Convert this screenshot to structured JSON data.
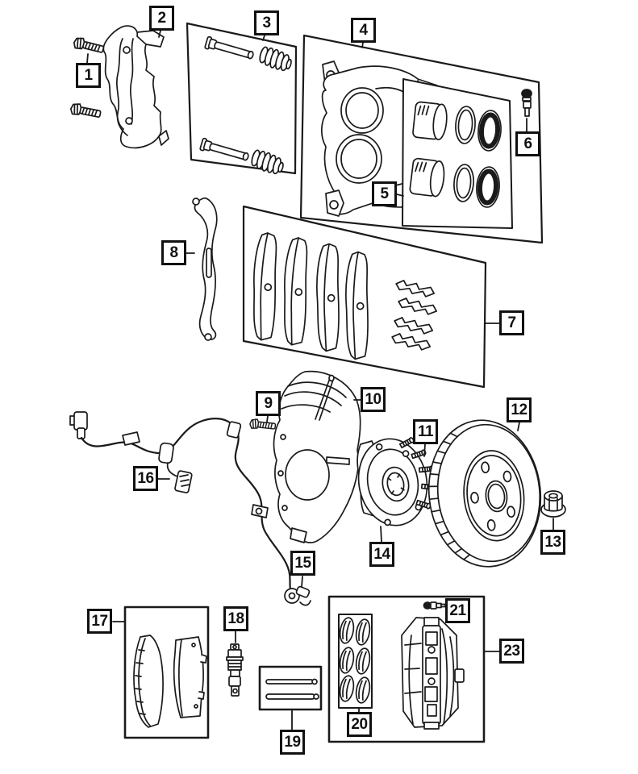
{
  "diagram": {
    "type": "exploded-parts-line-diagram",
    "background_color": "#ffffff",
    "line_color": "#1a1a1a",
    "callouts": [
      {
        "label": "1"
      },
      {
        "label": "2"
      },
      {
        "label": "3"
      },
      {
        "label": "4"
      },
      {
        "label": "5"
      },
      {
        "label": "6"
      },
      {
        "label": "7"
      },
      {
        "label": "8"
      },
      {
        "label": "9"
      },
      {
        "label": "10"
      },
      {
        "label": "11"
      },
      {
        "label": "12"
      },
      {
        "label": "13"
      },
      {
        "label": "14"
      },
      {
        "label": "15"
      },
      {
        "label": "16"
      },
      {
        "label": "17"
      },
      {
        "label": "18"
      },
      {
        "label": "19"
      },
      {
        "label": "20"
      },
      {
        "label": "21"
      },
      {
        "label": "23"
      }
    ]
  }
}
